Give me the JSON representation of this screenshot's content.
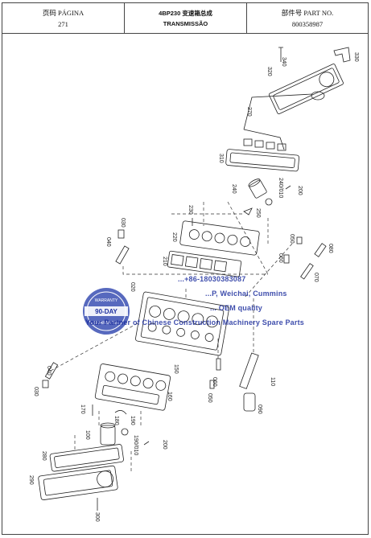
{
  "header": {
    "page_label": "页码 PÁGINA",
    "page_number": "271",
    "product_code": "4BP230 变速箱总成",
    "product_name": "TRANSMISSÃO",
    "part_label": "部件号 PART NO.",
    "part_number": "800358987"
  },
  "callouts": {
    "c340": "340",
    "c330": "330",
    "c320": "320",
    "c270": "270",
    "c310": "310",
    "c240": "240",
    "c240010": "240/010",
    "c200a": "200",
    "c230": "230",
    "c250": "250",
    "c030a": "030",
    "c040a": "040",
    "c220": "220",
    "c050a": "050",
    "c080": "080",
    "c210": "210",
    "c060a": "060",
    "c070": "070",
    "c020": "020",
    "c040b": "040",
    "c030b": "030",
    "c150": "150",
    "c060b": "060",
    "c110": "110",
    "c160": "160",
    "c050b": "050",
    "c170": "170",
    "c090": "090",
    "c180": "180",
    "c190": "190",
    "c100": "100",
    "c190010": "190/010",
    "c200b": "200",
    "c280": "280",
    "c290": "290",
    "c300": "300"
  },
  "watermark": {
    "badge_top": "WARRANTY",
    "badge_mid": "90-DAY",
    "badge_bottom": "GUARANTEE",
    "line1": "...+86-18030383087",
    "line2": "...P, Weichai, Cummins",
    "line3": "... OEM quality",
    "line4": "Your Partner of Chinese Construction Machinery Spare Parts"
  },
  "colors": {
    "border": "#444444",
    "watermark_blue": "#1d2f9e",
    "badge_blue": "#3a4fb3"
  }
}
